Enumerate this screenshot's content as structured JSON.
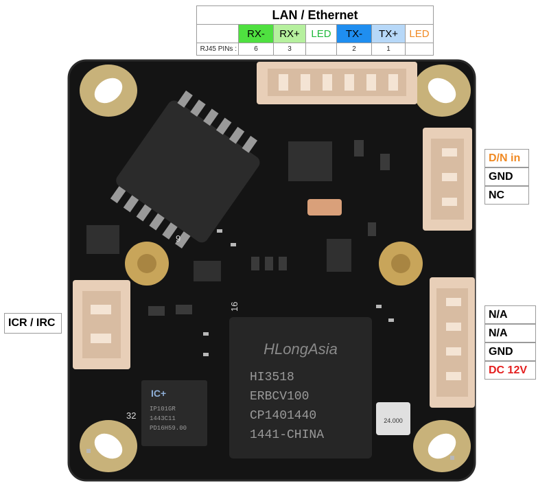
{
  "lan": {
    "title": "LAN / Ethernet",
    "pins_label": "RJ45 PINs :",
    "signals": [
      {
        "label": "RX-",
        "pin": "6",
        "color": "#4fe040"
      },
      {
        "label": "RX+",
        "pin": "3",
        "color": "#b6f09e"
      },
      {
        "label": "LED",
        "pin": "",
        "color": "#1fb83a"
      },
      {
        "label": "TX-",
        "pin": "2",
        "color": "#1f8ef0"
      },
      {
        "label": "TX+",
        "pin": "1",
        "color": "#b7d8f8"
      },
      {
        "label": "LED",
        "pin": "",
        "color": "#f08a24"
      }
    ]
  },
  "connectors": {
    "dn": [
      {
        "label": "D/N in",
        "color": "#f08a24"
      },
      {
        "label": "GND",
        "color": "#000000"
      },
      {
        "label": "NC",
        "color": "#000000"
      }
    ],
    "power": [
      {
        "label": "N/A",
        "color": "#000000"
      },
      {
        "label": "N/A",
        "color": "#000000"
      },
      {
        "label": "GND",
        "color": "#000000"
      },
      {
        "label": "DC 12V",
        "color": "#e41e1e"
      }
    ],
    "icr": {
      "label": "ICR / IRC"
    }
  },
  "board": {
    "soc_lines": [
      "HLongAsia",
      "HI3518",
      "ERBCV100",
      "CP1401440",
      "1441-CHINA"
    ],
    "phy_lines": [
      "IC+",
      "IP101GR",
      "1443C11",
      "PD16H59.00"
    ],
    "crystal_text": "24.000",
    "silk_9": "9",
    "silk_16": "16",
    "silk_32": "32"
  }
}
